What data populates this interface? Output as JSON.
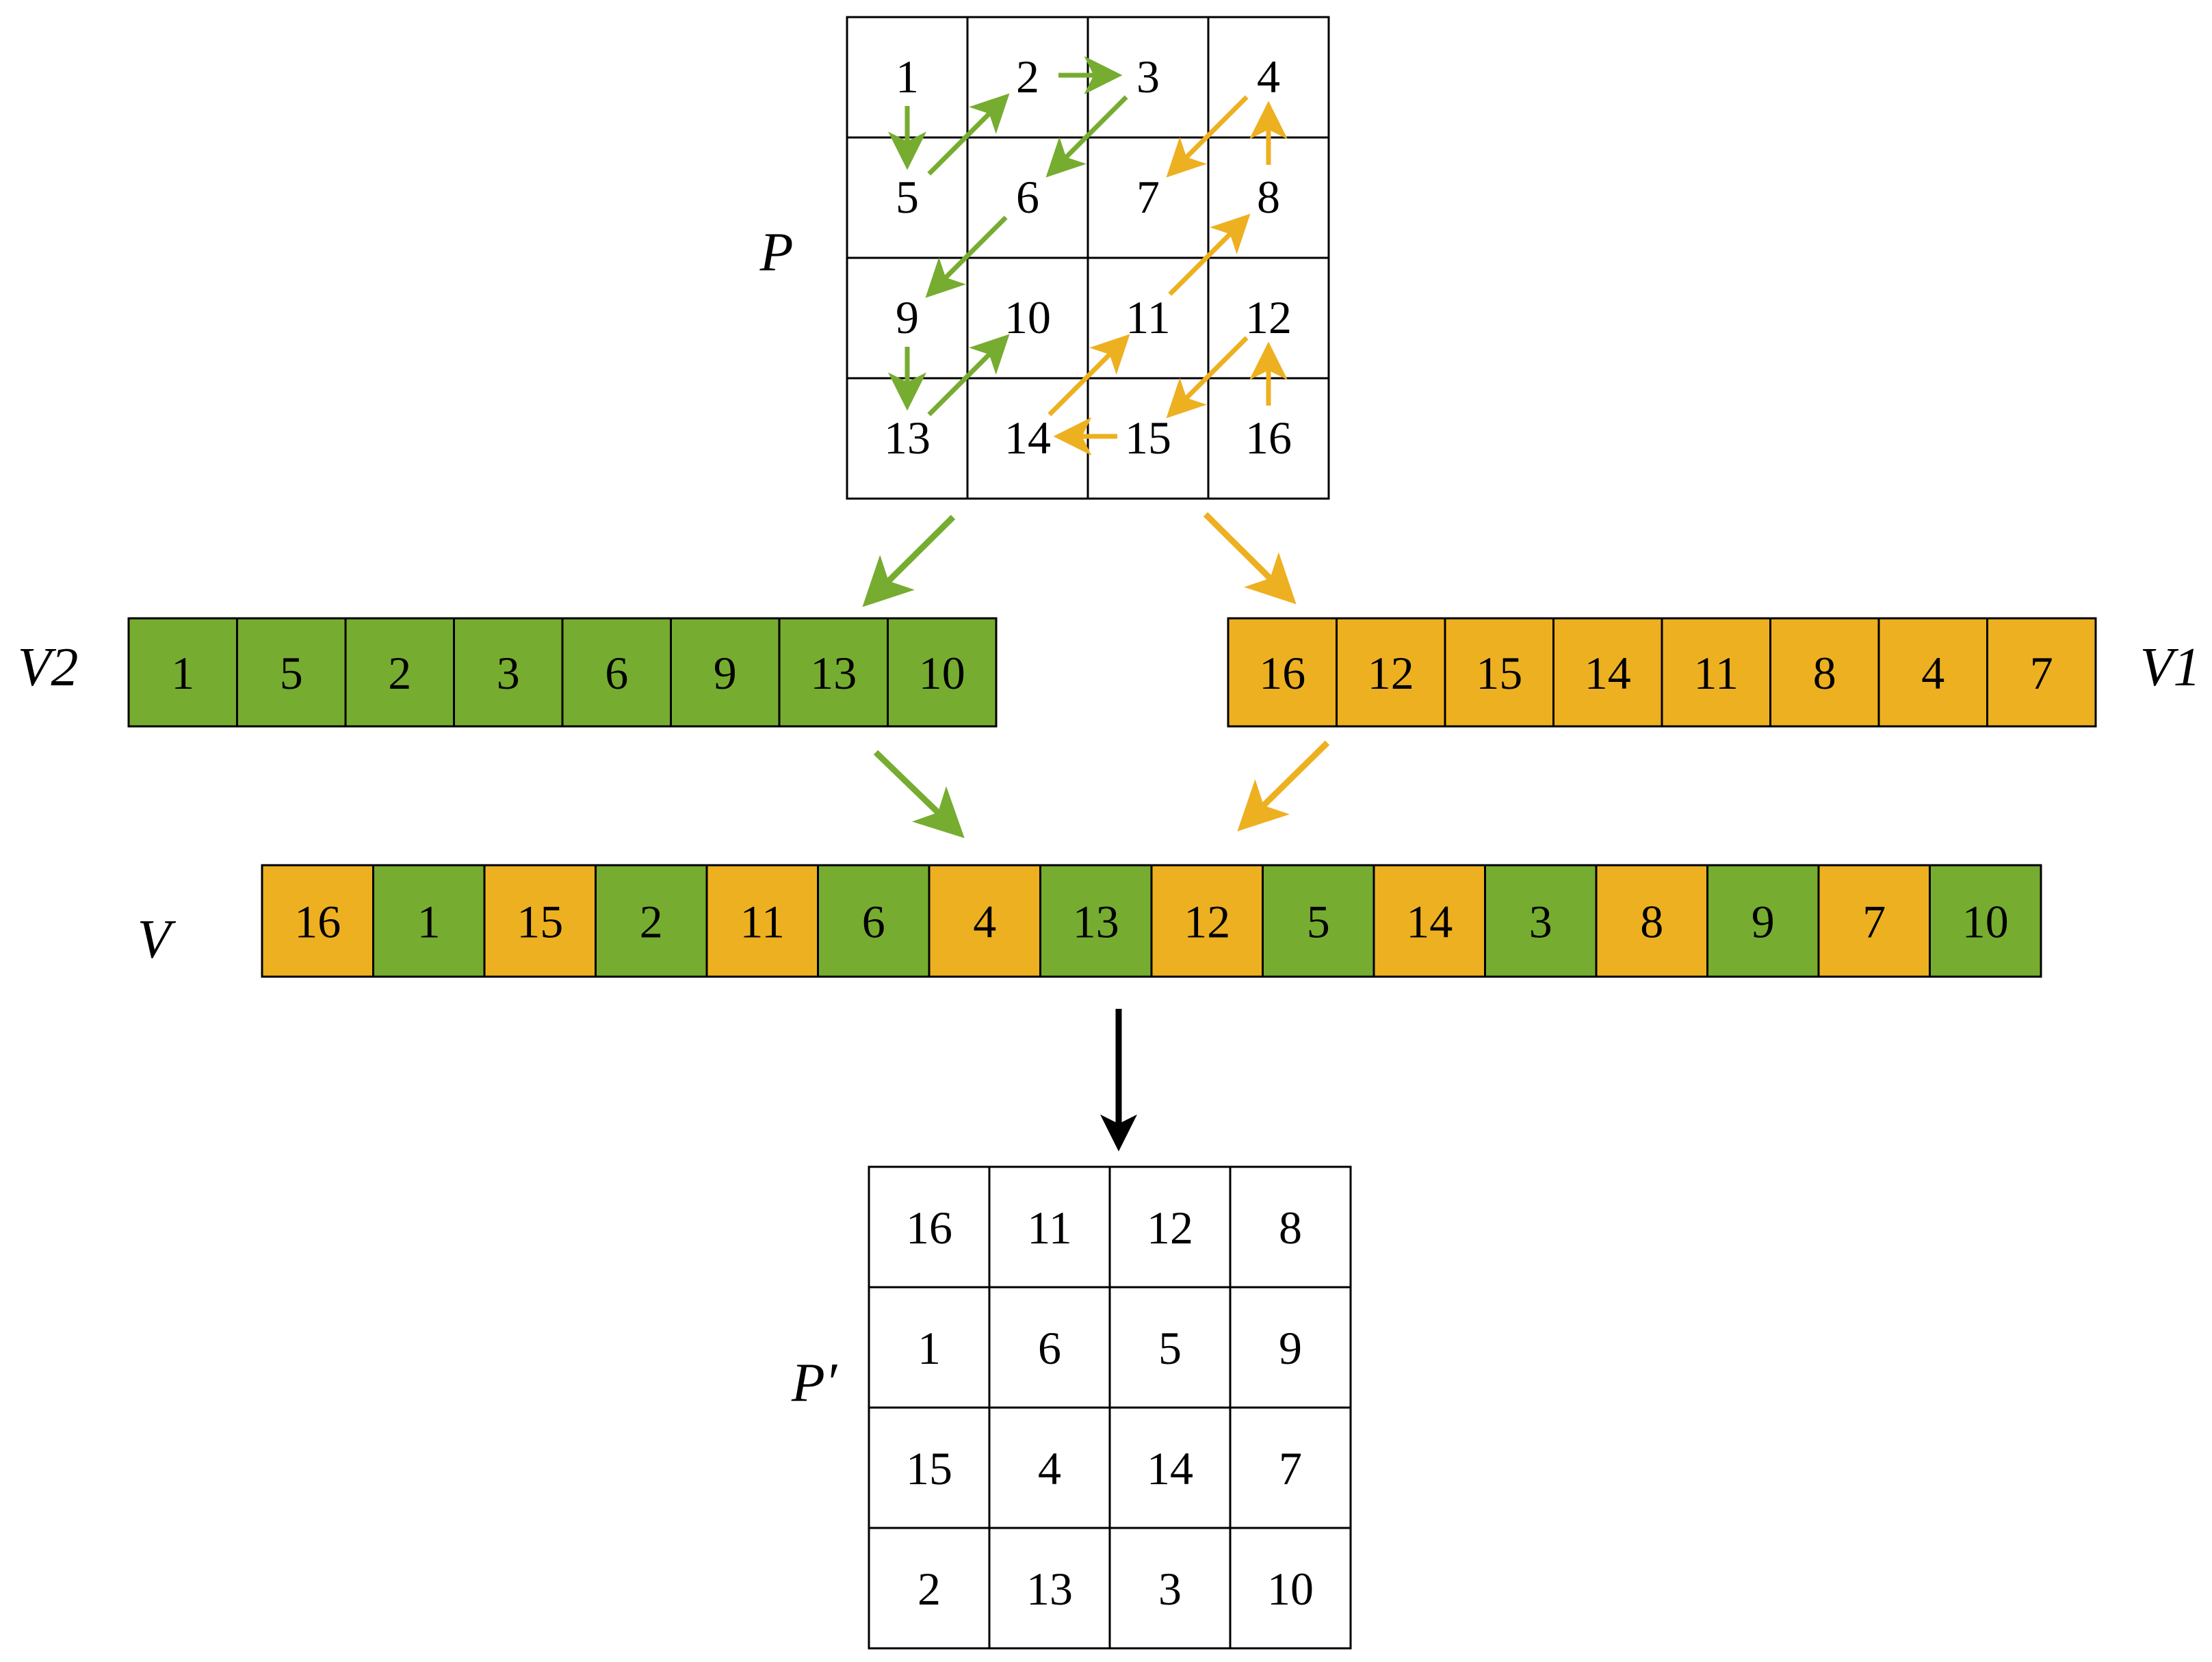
{
  "labels": {
    "P": "P",
    "V2": "V2",
    "V1": "V1",
    "V": "V",
    "Pprime": "P′"
  },
  "colors": {
    "green": "#76AC30",
    "orange": "#EDB020",
    "black": "#000000",
    "white": "#FFFFFF"
  },
  "matrix_P": [
    [
      "1",
      "2",
      "3",
      "4"
    ],
    [
      "5",
      "6",
      "7",
      "8"
    ],
    [
      "9",
      "10",
      "11",
      "12"
    ],
    [
      "13",
      "14",
      "15",
      "16"
    ]
  ],
  "vector_V2": [
    "1",
    "5",
    "2",
    "3",
    "6",
    "9",
    "13",
    "10"
  ],
  "vector_V1": [
    "16",
    "12",
    "15",
    "14",
    "11",
    "8",
    "4",
    "7"
  ],
  "vector_V": [
    {
      "value": "16",
      "color": "orange"
    },
    {
      "value": "1",
      "color": "green"
    },
    {
      "value": "15",
      "color": "orange"
    },
    {
      "value": "2",
      "color": "green"
    },
    {
      "value": "11",
      "color": "orange"
    },
    {
      "value": "6",
      "color": "green"
    },
    {
      "value": "4",
      "color": "orange"
    },
    {
      "value": "13",
      "color": "green"
    },
    {
      "value": "12",
      "color": "orange"
    },
    {
      "value": "5",
      "color": "green"
    },
    {
      "value": "14",
      "color": "orange"
    },
    {
      "value": "3",
      "color": "green"
    },
    {
      "value": "8",
      "color": "orange"
    },
    {
      "value": "9",
      "color": "green"
    },
    {
      "value": "7",
      "color": "orange"
    },
    {
      "value": "10",
      "color": "green"
    }
  ],
  "matrix_Pprime": [
    [
      "16",
      "11",
      "12",
      "8"
    ],
    [
      "1",
      "6",
      "5",
      "9"
    ],
    [
      "15",
      "4",
      "14",
      "7"
    ],
    [
      "2",
      "13",
      "3",
      "10"
    ]
  ],
  "zigzag_paths": {
    "green": [
      "1",
      "5",
      "2",
      "3",
      "6",
      "9",
      "13",
      "10"
    ],
    "orange": [
      "16",
      "12",
      "15",
      "14",
      "11",
      "8",
      "4",
      "7"
    ]
  }
}
